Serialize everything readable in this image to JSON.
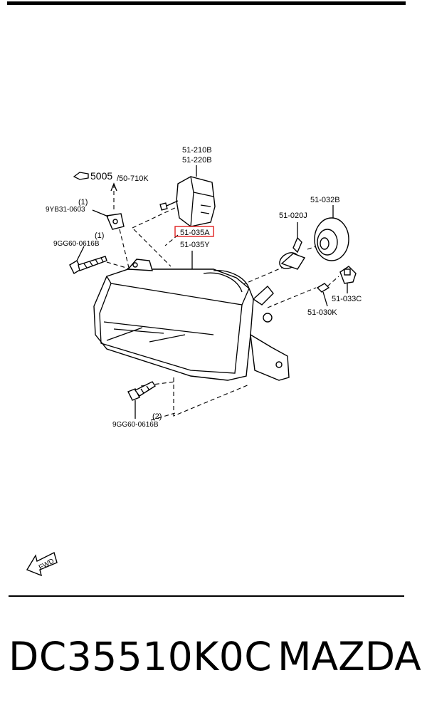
{
  "diagram": {
    "labels": {
      "actuator_a": "51-210B",
      "actuator_b": "51-220B",
      "ref_num": "5005",
      "ref_page": "/50-710K",
      "nut_qty": "(1)",
      "nut_part": "9YB31-0603",
      "bolt_top_qty": "(1)",
      "bolt_top_part": "9GG60-0616B",
      "highlighted_part": "51-035A",
      "lamp_assy": "51-035Y",
      "bulb": "51-020J",
      "cover": "51-032B",
      "socket": "51-033C",
      "side_bulb": "51-030K",
      "bolt_bottom_qty": "(2)",
      "bolt_bottom_part": "9GG60-0616B",
      "fwd": "FWD"
    },
    "highlight_color": "#e02020"
  },
  "footer": {
    "part_number": "DC35510K0C",
    "brand": "MAZDA"
  }
}
